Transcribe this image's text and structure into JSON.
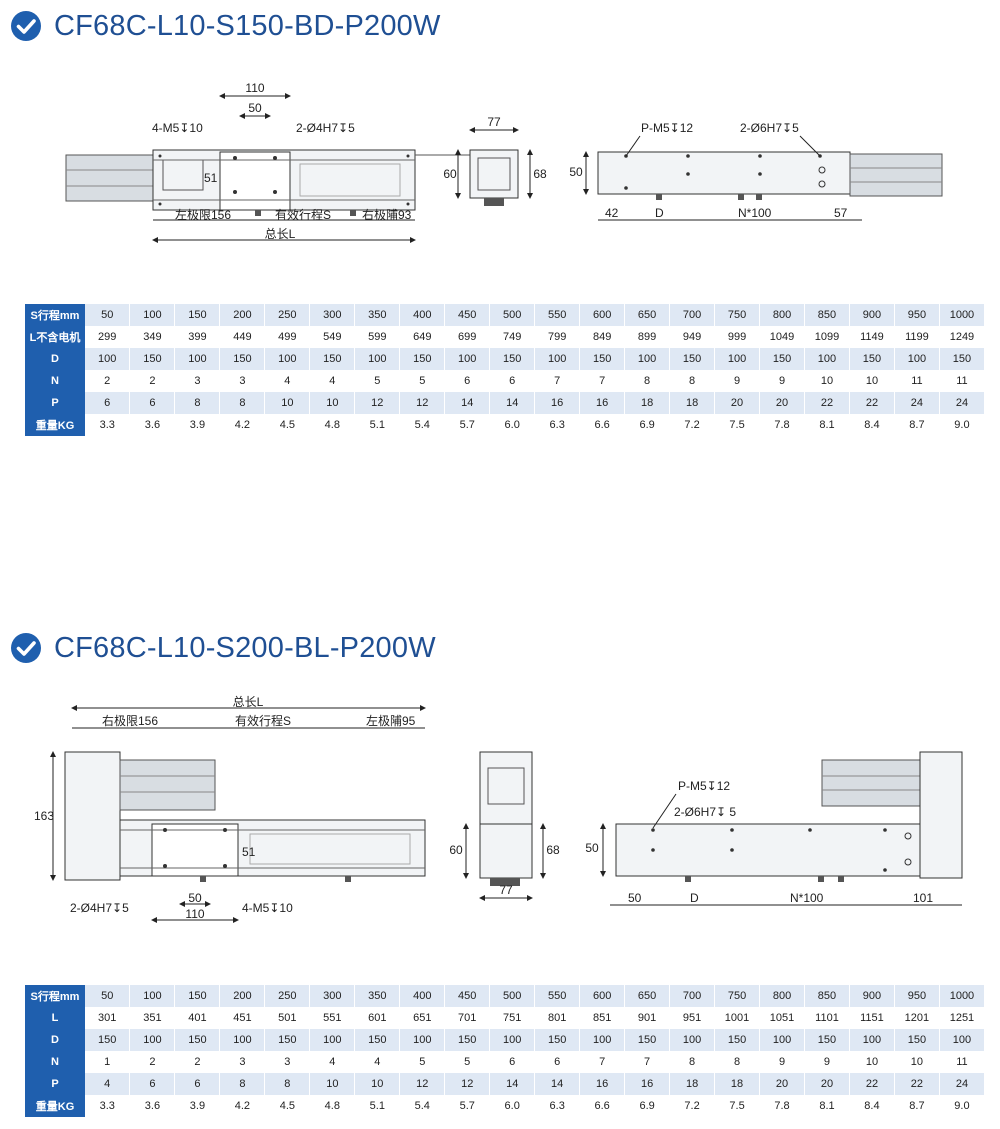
{
  "sections": [
    {
      "title": "CF68C-L10-S150-BD-P200W",
      "drawing_labels": {
        "d110": "110",
        "d50": "50",
        "hole_left": "4-M5↧10",
        "hole_pin": "2-Ø4H7↧5",
        "d51": "51",
        "left_limit": "左极限156",
        "stroke": "有效行程S",
        "right_limit": "右极陠93",
        "total": "总长L",
        "d77": "77",
        "d60": "60",
        "d68": "68",
        "side_pm5": "P-M5↧12",
        "side_pin": "2-Ø6H7↧5",
        "side_50": "50",
        "d42": "42",
        "dD": "D",
        "dN": "N*100",
        "d57": "57"
      },
      "table": {
        "rows": [
          {
            "label": "S行程mm",
            "values": [
              "50",
              "100",
              "150",
              "200",
              "250",
              "300",
              "350",
              "400",
              "450",
              "500",
              "550",
              "600",
              "650",
              "700",
              "750",
              "800",
              "850",
              "900",
              "950",
              "1000"
            ]
          },
          {
            "label": "L不含电机",
            "values": [
              "299",
              "349",
              "399",
              "449",
              "499",
              "549",
              "599",
              "649",
              "699",
              "749",
              "799",
              "849",
              "899",
              "949",
              "999",
              "1049",
              "1099",
              "1149",
              "1199",
              "1249"
            ]
          },
          {
            "label": "D",
            "values": [
              "100",
              "150",
              "100",
              "150",
              "100",
              "150",
              "100",
              "150",
              "100",
              "150",
              "100",
              "150",
              "100",
              "150",
              "100",
              "150",
              "100",
              "150",
              "100",
              "150"
            ]
          },
          {
            "label": "N",
            "values": [
              "2",
              "2",
              "3",
              "3",
              "4",
              "4",
              "5",
              "5",
              "6",
              "6",
              "7",
              "7",
              "8",
              "8",
              "9",
              "9",
              "10",
              "10",
              "11",
              "11"
            ]
          },
          {
            "label": "P",
            "values": [
              "6",
              "6",
              "8",
              "8",
              "10",
              "10",
              "12",
              "12",
              "14",
              "14",
              "16",
              "16",
              "18",
              "18",
              "20",
              "20",
              "22",
              "22",
              "24",
              "24"
            ]
          },
          {
            "label": "重量KG",
            "values": [
              "3.3",
              "3.6",
              "3.9",
              "4.2",
              "4.5",
              "4.8",
              "5.1",
              "5.4",
              "5.7",
              "6.0",
              "6.3",
              "6.6",
              "6.9",
              "7.2",
              "7.5",
              "7.8",
              "8.1",
              "8.4",
              "8.7",
              "9.0"
            ]
          }
        ]
      }
    },
    {
      "title": "CF68C-L10-S200-BL-P200W",
      "drawing_labels": {
        "total": "总长L",
        "right_limit": "右极限156",
        "stroke": "有效行程S",
        "left_limit": "左极陠95",
        "d163": "163",
        "d51": "51",
        "hole_pin": "2-Ø4H7↧5",
        "d50": "50",
        "d110": "110",
        "hole_left": "4-M5↧10",
        "d60": "60",
        "d68": "68",
        "d77": "77",
        "side_pm5": "P-M5↧12",
        "side_pin": "2-Ø6H7↧ 5",
        "side_50": "50",
        "d50b": "50",
        "dD": "D",
        "dN": "N*100",
        "d101": "101"
      },
      "table": {
        "rows": [
          {
            "label": "S行程mm",
            "values": [
              "50",
              "100",
              "150",
              "200",
              "250",
              "300",
              "350",
              "400",
              "450",
              "500",
              "550",
              "600",
              "650",
              "700",
              "750",
              "800",
              "850",
              "900",
              "950",
              "1000"
            ]
          },
          {
            "label": "L",
            "values": [
              "301",
              "351",
              "401",
              "451",
              "501",
              "551",
              "601",
              "651",
              "701",
              "751",
              "801",
              "851",
              "901",
              "951",
              "1001",
              "1051",
              "1101",
              "1151",
              "1201",
              "1251"
            ]
          },
          {
            "label": "D",
            "values": [
              "150",
              "100",
              "150",
              "100",
              "150",
              "100",
              "150",
              "100",
              "150",
              "100",
              "150",
              "100",
              "150",
              "100",
              "150",
              "100",
              "150",
              "100",
              "150",
              "100"
            ]
          },
          {
            "label": "N",
            "values": [
              "1",
              "2",
              "2",
              "3",
              "3",
              "4",
              "4",
              "5",
              "5",
              "6",
              "6",
              "7",
              "7",
              "8",
              "8",
              "9",
              "9",
              "10",
              "10",
              "11"
            ]
          },
          {
            "label": "P",
            "values": [
              "4",
              "6",
              "6",
              "8",
              "8",
              "10",
              "10",
              "12",
              "12",
              "14",
              "14",
              "16",
              "16",
              "18",
              "18",
              "20",
              "20",
              "22",
              "22",
              "24"
            ]
          },
          {
            "label": "重量KG",
            "values": [
              "3.3",
              "3.6",
              "3.9",
              "4.2",
              "4.5",
              "4.8",
              "5.1",
              "5.4",
              "5.7",
              "6.0",
              "6.3",
              "6.6",
              "6.9",
              "7.2",
              "7.5",
              "7.8",
              "8.1",
              "8.4",
              "8.7",
              "9.0"
            ]
          }
        ]
      }
    }
  ]
}
